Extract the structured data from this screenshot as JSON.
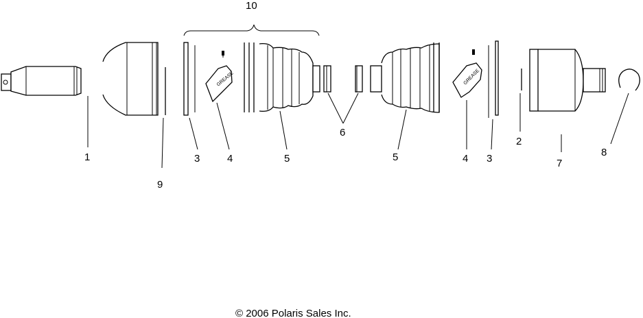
{
  "diagram": {
    "callouts": [
      {
        "id": "c10",
        "text": "10"
      },
      {
        "id": "c1",
        "text": "1"
      },
      {
        "id": "c9",
        "text": "9"
      },
      {
        "id": "c3a",
        "text": "3"
      },
      {
        "id": "c4a",
        "text": "4"
      },
      {
        "id": "c5a",
        "text": "5"
      },
      {
        "id": "c6",
        "text": "6"
      },
      {
        "id": "c5b",
        "text": "5"
      },
      {
        "id": "c4b",
        "text": "4"
      },
      {
        "id": "c3b",
        "text": "3"
      },
      {
        "id": "c2",
        "text": "2"
      },
      {
        "id": "c7",
        "text": "7"
      },
      {
        "id": "c8",
        "text": "8"
      }
    ],
    "packet_label": "GREASE",
    "copyright": "© 2006 Polaris Sales Inc."
  }
}
